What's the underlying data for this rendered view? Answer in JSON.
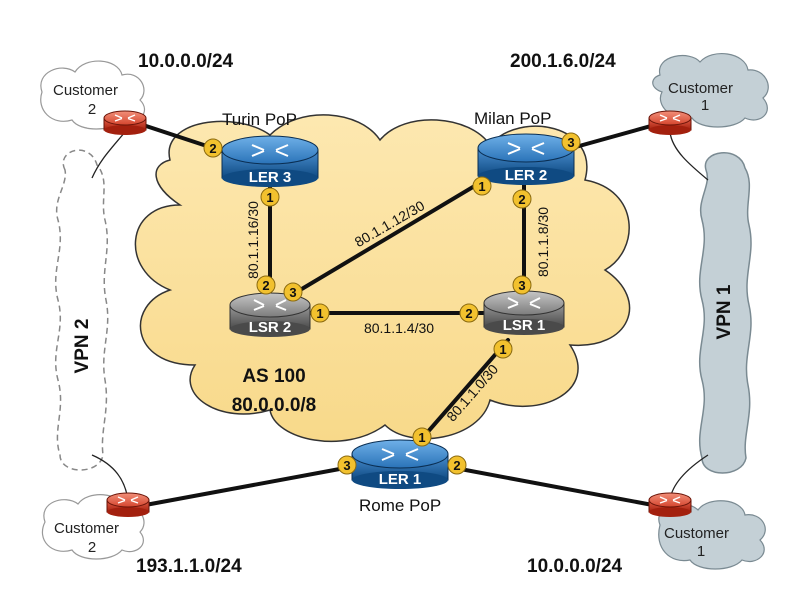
{
  "networks": {
    "top_left": "10.0.0.0/24",
    "top_right": "200.1.6.0/24",
    "bottom_left": "193.1.1.0/24",
    "bottom_right": "10.0.0.0/24"
  },
  "pops": {
    "turin": "Turin PoP",
    "milan": "Milan PoP",
    "rome": "Rome PoP"
  },
  "routers": {
    "ler3": "LER 3",
    "ler2": "LER 2",
    "ler1": "LER 1",
    "lsr2": "LSR 2",
    "lsr1": "LSR 1"
  },
  "customers": {
    "top_left": {
      "line1": "Customer",
      "line2": "2"
    },
    "top_right": {
      "line1": "Customer",
      "line2": "1"
    },
    "bottom_left": {
      "line1": "Customer",
      "line2": "2"
    },
    "bottom_right": {
      "line1": "Customer",
      "line2": "1"
    }
  },
  "vpns": {
    "left": "VPN 2",
    "right": "VPN 1"
  },
  "as": {
    "name": "AS 100",
    "prefix": "80.0.0.0/8"
  },
  "links": {
    "ler3_lsr2": "80.1.1.16/30",
    "lsr2_ler2": "80.1.1.12/30",
    "ler2_lsr1": "80.1.1.8/30",
    "lsr2_lsr1": "80.1.1.4/30",
    "lsr1_ler1": "80.1.1.0/30"
  },
  "ports": {
    "ler3_customer": "2",
    "ler3_lsr2": "1",
    "ler2_customer": "3",
    "ler2_lsr2": "1",
    "ler2_lsr1": "2",
    "lsr2_ler3": "2",
    "lsr2_ler2": "3",
    "lsr2_lsr1": "1",
    "lsr1_lsr2": "2",
    "lsr1_ler2": "3",
    "lsr1_ler1": "1",
    "ler1_lsr1": "1",
    "ler1_customer_left": "3",
    "ler1_customer_right": "2"
  },
  "colors": {
    "cloud_fill": "#fbe2a0",
    "cloud_stroke": "#333333",
    "router_blue": "#1b5e9a",
    "router_grey": "#6e6e6e",
    "ce_router_red": "#c8321e",
    "port_badge": "#f2c12e",
    "vpn_fill": "#c4d0d6"
  }
}
